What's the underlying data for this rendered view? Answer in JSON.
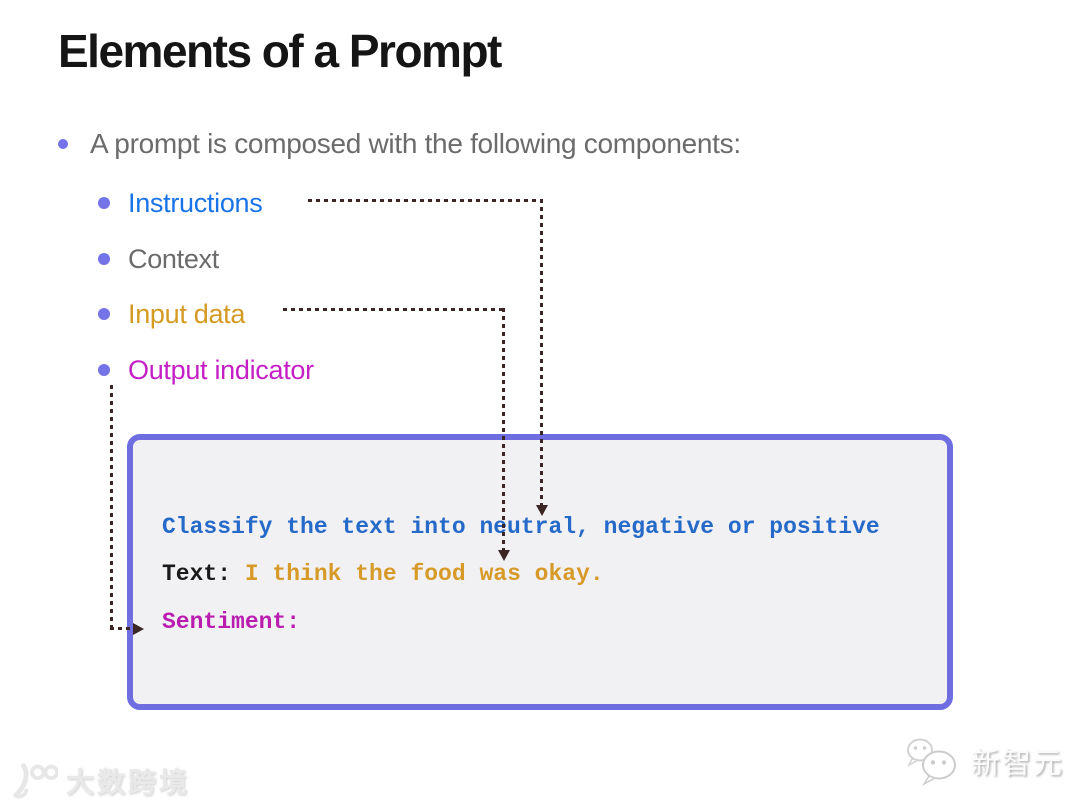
{
  "slide": {
    "title": "Elements of a Prompt",
    "intro": "A prompt is composed with the following components:",
    "bullet_color": "#7474e8",
    "components": [
      {
        "label": "Instructions",
        "color": "#1a74e8"
      },
      {
        "label": "Context",
        "color": "#6b6b6b"
      },
      {
        "label": "Input data",
        "color": "#d49a22"
      },
      {
        "label": "Output indicator",
        "color": "#c520c5"
      }
    ],
    "example_box": {
      "background": "#f1f1f4",
      "border_color": "#6e6ee0",
      "line1": {
        "text": "Classify the text into neutral, negative or positive",
        "color": "#2569c9"
      },
      "line2_label": {
        "text": "Text: ",
        "color": "#1a1a1a"
      },
      "line2_value": {
        "text": "I think the food was okay.",
        "color": "#d79a28"
      },
      "line3": {
        "text": "Sentiment:",
        "color": "#bb1cb0"
      }
    },
    "connectors": {
      "color": "#3b2525",
      "style": "dotted",
      "items": [
        {
          "from": "Instructions",
          "to": "Classify the text into neutral, negative or positive"
        },
        {
          "from": "Input data",
          "to": "I think the food was okay."
        },
        {
          "from": "Output indicator",
          "to": "Sentiment:"
        }
      ]
    },
    "watermarks": {
      "bottom_left": {
        "logo": "100-swoosh-logo",
        "text": "大数跨境"
      },
      "bottom_right": {
        "logo": "wechat-bubbles-logo",
        "text": "新智元"
      }
    }
  }
}
